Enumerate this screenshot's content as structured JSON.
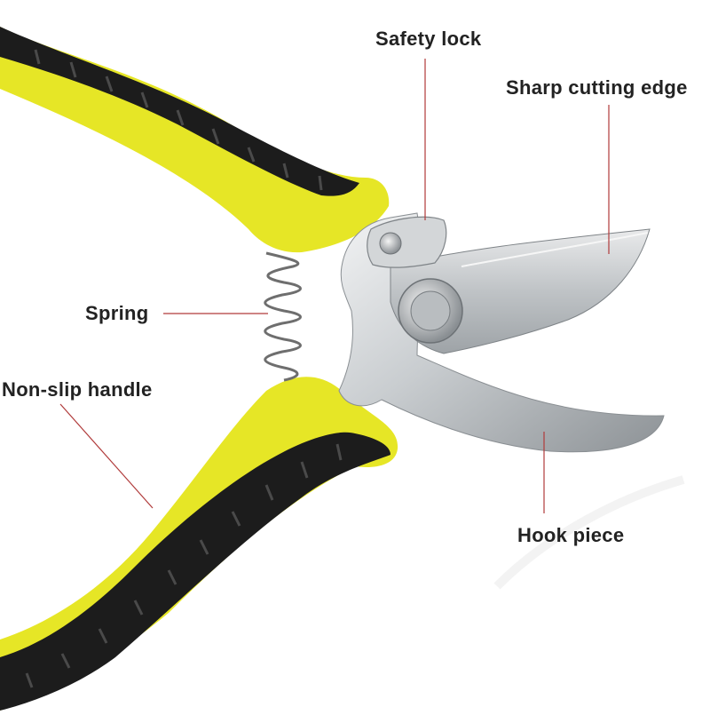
{
  "callouts": {
    "safety_lock": "Safety lock",
    "cutting_edge": "Sharp cutting edge",
    "spring": "Spring",
    "handle": "Non-slip handle",
    "hook": "Hook piece"
  },
  "colors": {
    "handle_yellow": "#e6e626",
    "grip_black": "#1c1c1c",
    "steel": "#c9cdd0",
    "leader_line": "#b03a3a",
    "label_text": "#222222"
  }
}
